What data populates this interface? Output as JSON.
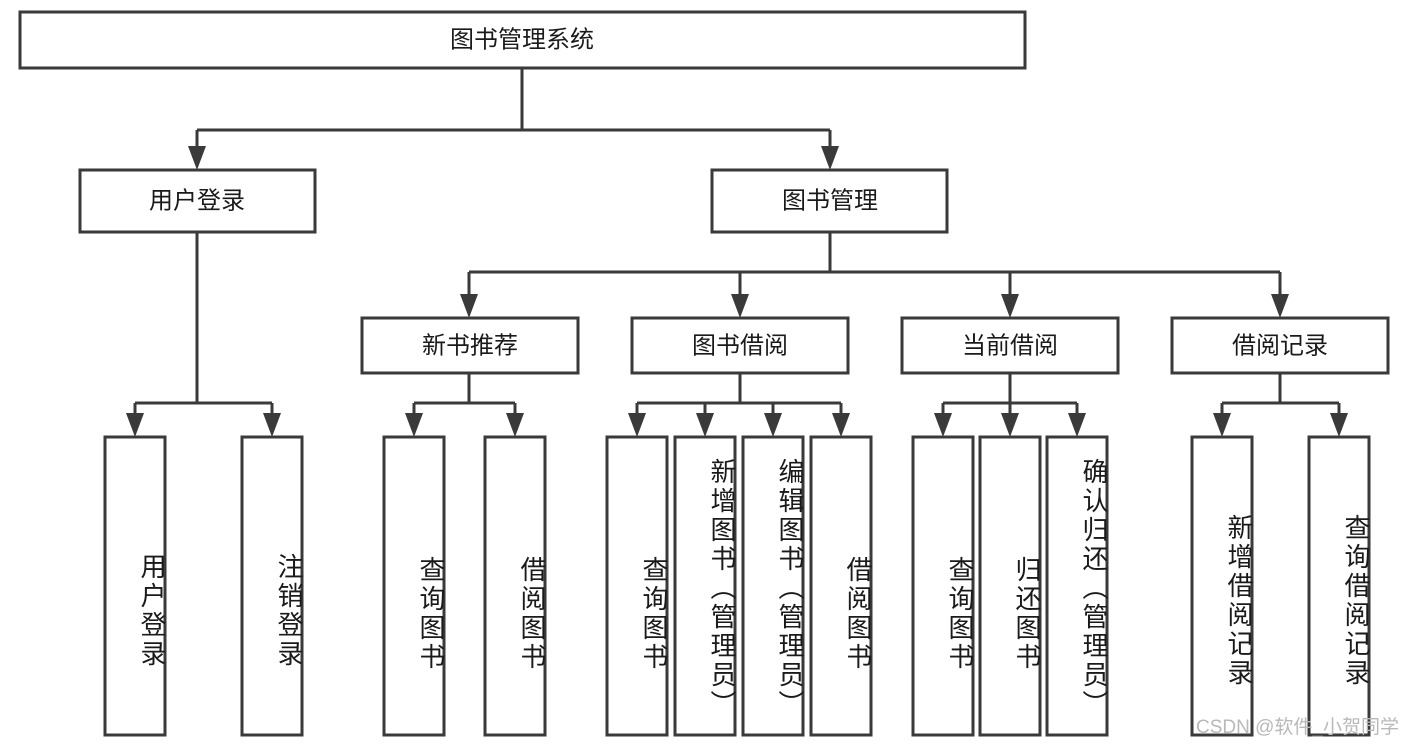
{
  "diagram": {
    "type": "tree",
    "title": "图书管理系统",
    "root": {
      "label": "图书管理系统"
    },
    "level1": [
      {
        "label": "用户登录"
      },
      {
        "label": "图书管理"
      }
    ],
    "level2": [
      {
        "label": "新书推荐"
      },
      {
        "label": "图书借阅"
      },
      {
        "label": "当前借阅"
      },
      {
        "label": "借阅记录"
      }
    ],
    "leaves": {
      "user_login": [
        {
          "label": "用户登录"
        },
        {
          "label": "注销登录"
        }
      ],
      "new_book_recommend": [
        {
          "label": "查询图书"
        },
        {
          "label": "借阅图书"
        }
      ],
      "book_borrow": [
        {
          "label": "查询图书"
        },
        {
          "label": "新增图书（管理员）"
        },
        {
          "label": "编辑图书（管理员）"
        },
        {
          "label": "借阅图书"
        }
      ],
      "current_borrow": [
        {
          "label": "查询图书"
        },
        {
          "label": "归还图书"
        },
        {
          "label": "确认归还（管理员）"
        }
      ],
      "borrow_record": [
        {
          "label": "新增借阅记录"
        },
        {
          "label": "查询借阅记录"
        }
      ]
    }
  },
  "watermark": {
    "text": "CSDN @软件_小贺同学"
  },
  "colors": {
    "stroke": "#3a3a3a",
    "box_fill": "#ffffff",
    "text": "#1a1a1a",
    "watermark": "#b9b9b9",
    "background": "#ffffff"
  }
}
